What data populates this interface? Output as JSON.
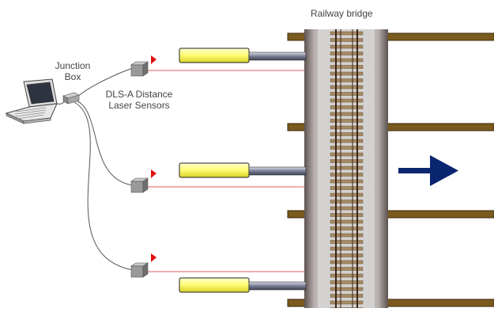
{
  "labels": {
    "bridge": "Railway bridge",
    "junction_line1": "Junction",
    "junction_line2": "Box",
    "sensors_line1": "DLS-A Distance",
    "sensors_line2": "Laser Sensors"
  },
  "colors": {
    "deck": "#8a7f7c",
    "rail_track": "#c2c2c2",
    "beam": "#7a5a1e",
    "reflector": "#fdfd90",
    "laser_line": "#d62828",
    "sensor": "#9a9a9a",
    "arrow": "#0b2670",
    "cable": "#555555"
  },
  "icons": {
    "laptop": "laptop-icon",
    "junction_box": "junction-box-icon",
    "sensor": "laser-sensor-icon",
    "arrow": "direction-arrow-icon"
  }
}
